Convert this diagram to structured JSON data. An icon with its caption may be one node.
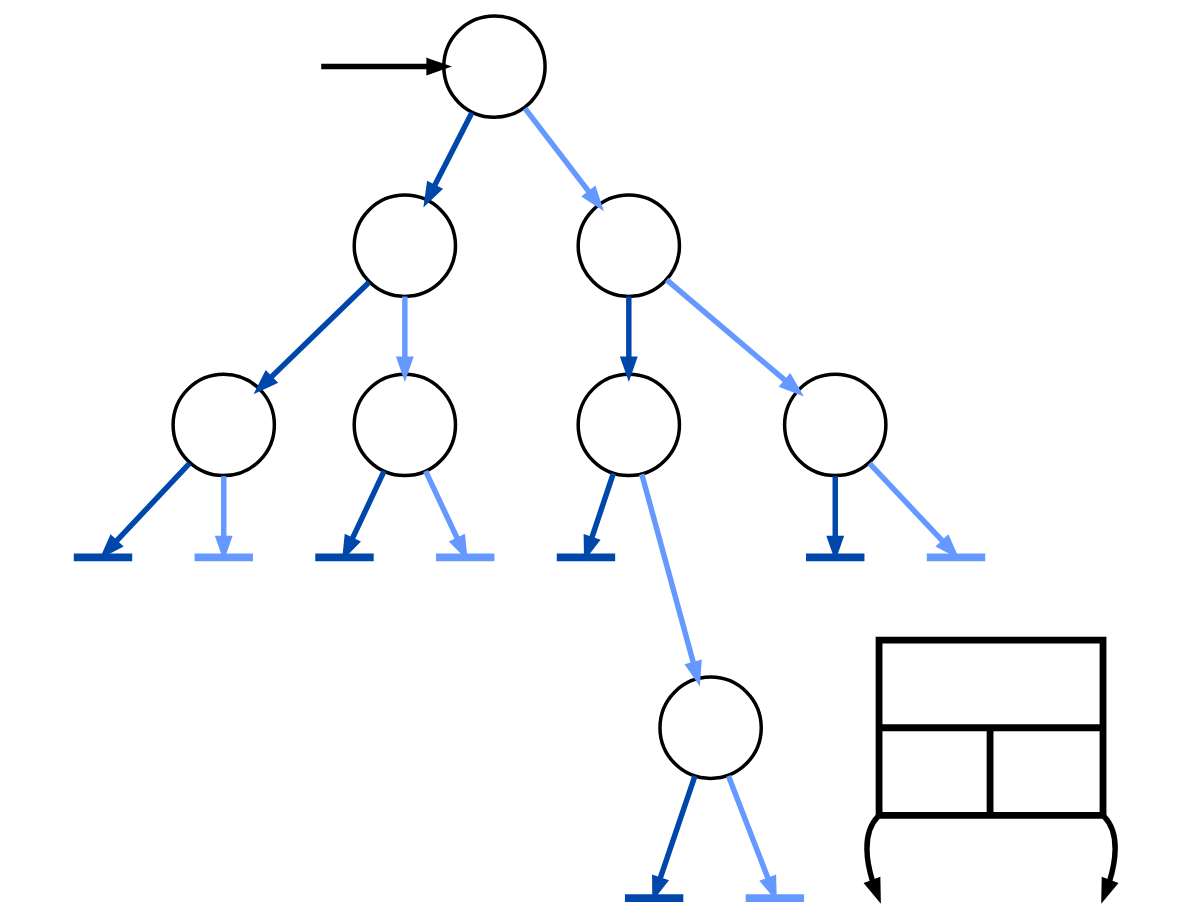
{
  "diagram": {
    "nodes": [
      {
        "text": [],
        "shape": "circle"
      },
      {
        "text": [],
        "shape": "circle"
      },
      {
        "text": [],
        "shape": "circle"
      },
      {
        "text": [],
        "shape": "circle"
      },
      {
        "text": [],
        "shape": "circle"
      },
      {
        "text": [],
        "shape": "circle"
      },
      {
        "text": [],
        "shape": "circle"
      },
      {
        "text": [],
        "shape": "bar"
      },
      {
        "text": [],
        "shape": "bar"
      },
      {
        "text": [],
        "shape": "bar"
      },
      {
        "text": [],
        "shape": "bar"
      },
      {
        "text": [],
        "shape": "bar"
      },
      {
        "text": [],
        "shape": "bar"
      },
      {
        "text": [],
        "shape": "bar"
      },
      {
        "text": [],
        "shape": "circle"
      },
      {
        "text": [],
        "shape": "bar"
      },
      {
        "text": [],
        "shape": "bar"
      },
      {
        "text": [],
        "shape": "box"
      }
    ],
    "edges": [
      {
        "from": null,
        "to": 0,
        "arrow": "to",
        "color": "#000000"
      },
      {
        "from": 0,
        "to": 1,
        "arrow": "to",
        "color": "#0047ab"
      },
      {
        "from": 0,
        "to": 2,
        "arrow": "to",
        "color": "#6699ff"
      },
      {
        "from": 1,
        "to": 3,
        "arrow": "to",
        "color": "#0047ab"
      },
      {
        "from": 1,
        "to": 4,
        "arrow": "to",
        "color": "#6699ff"
      },
      {
        "from": 2,
        "to": 5,
        "arrow": "to",
        "color": "#0047ab"
      },
      {
        "from": 2,
        "to": 6,
        "arrow": "to",
        "color": "#6699ff"
      },
      {
        "from": 3,
        "to": 7,
        "arrow": "to",
        "color": "#0047ab"
      },
      {
        "from": 3,
        "to": 8,
        "arrow": "to",
        "color": "#6699ff"
      },
      {
        "from": 4,
        "to": 9,
        "arrow": "to",
        "color": "#0047ab"
      },
      {
        "from": 4,
        "to": 10,
        "arrow": "to",
        "color": "#6699ff"
      },
      {
        "from": 5,
        "to": 11,
        "arrow": "to",
        "color": "#0047ab"
      },
      {
        "from": 5,
        "to": 14,
        "arrow": "to",
        "color": "#6699ff"
      },
      {
        "from": 6,
        "to": 12,
        "arrow": "to",
        "color": "#0047ab"
      },
      {
        "from": 6,
        "to": 13,
        "arrow": "to",
        "color": "#6699ff"
      },
      {
        "from": 14,
        "to": 15,
        "arrow": "to",
        "color": "#0047ab"
      },
      {
        "from": 14,
        "to": 16,
        "arrow": "to",
        "color": "#6699ff"
      },
      {
        "from": 17,
        "to": null,
        "arrow": "to",
        "color": "#000000"
      },
      {
        "from": 17,
        "to": null,
        "arrow": "to",
        "color": "#000000"
      }
    ]
  }
}
